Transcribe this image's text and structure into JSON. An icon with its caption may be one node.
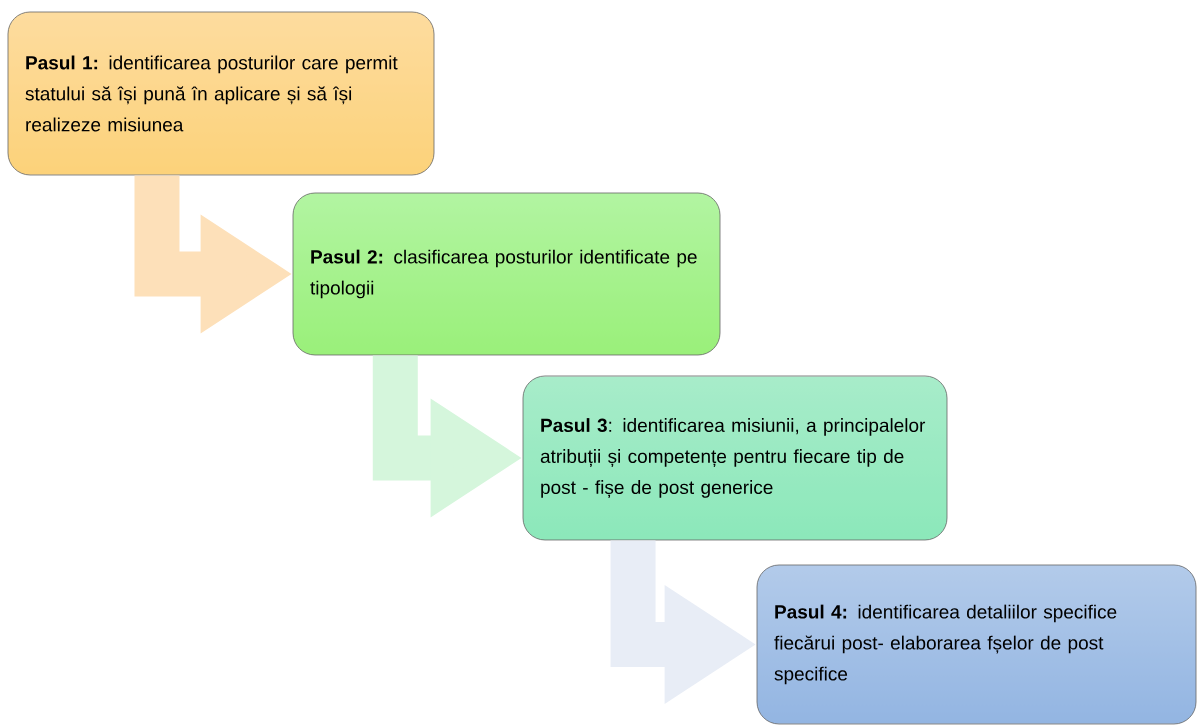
{
  "diagram": {
    "nodes": [
      {
        "text": [
          "**Pasul 1:** identificarea posturilor care permit statului să își pună în aplicare și să își realizeze misiunea"
        ]
      },
      {
        "text": [
          "**Pasul 2:** clasificarea posturilor identificate pe tipologii"
        ]
      },
      {
        "text": [
          "**Pasul 3**: identificarea misiunii, a principalelor atribuții și competențe pentru fiecare tip de post - fișe de post generice"
        ]
      },
      {
        "text": [
          "**Pasul 4:** identificarea detaliilor specifice fiecărui post- elaborarea fșelor de post specifice"
        ]
      }
    ],
    "edges": [
      {
        "from": 0,
        "to": 1,
        "arrow": "to",
        "color": "#fde0b9"
      },
      {
        "from": 1,
        "to": 2,
        "arrow": "to",
        "color": "#d5f6dc"
      },
      {
        "from": 2,
        "to": 3,
        "arrow": "to",
        "color": "#e8edf6"
      }
    ]
  }
}
